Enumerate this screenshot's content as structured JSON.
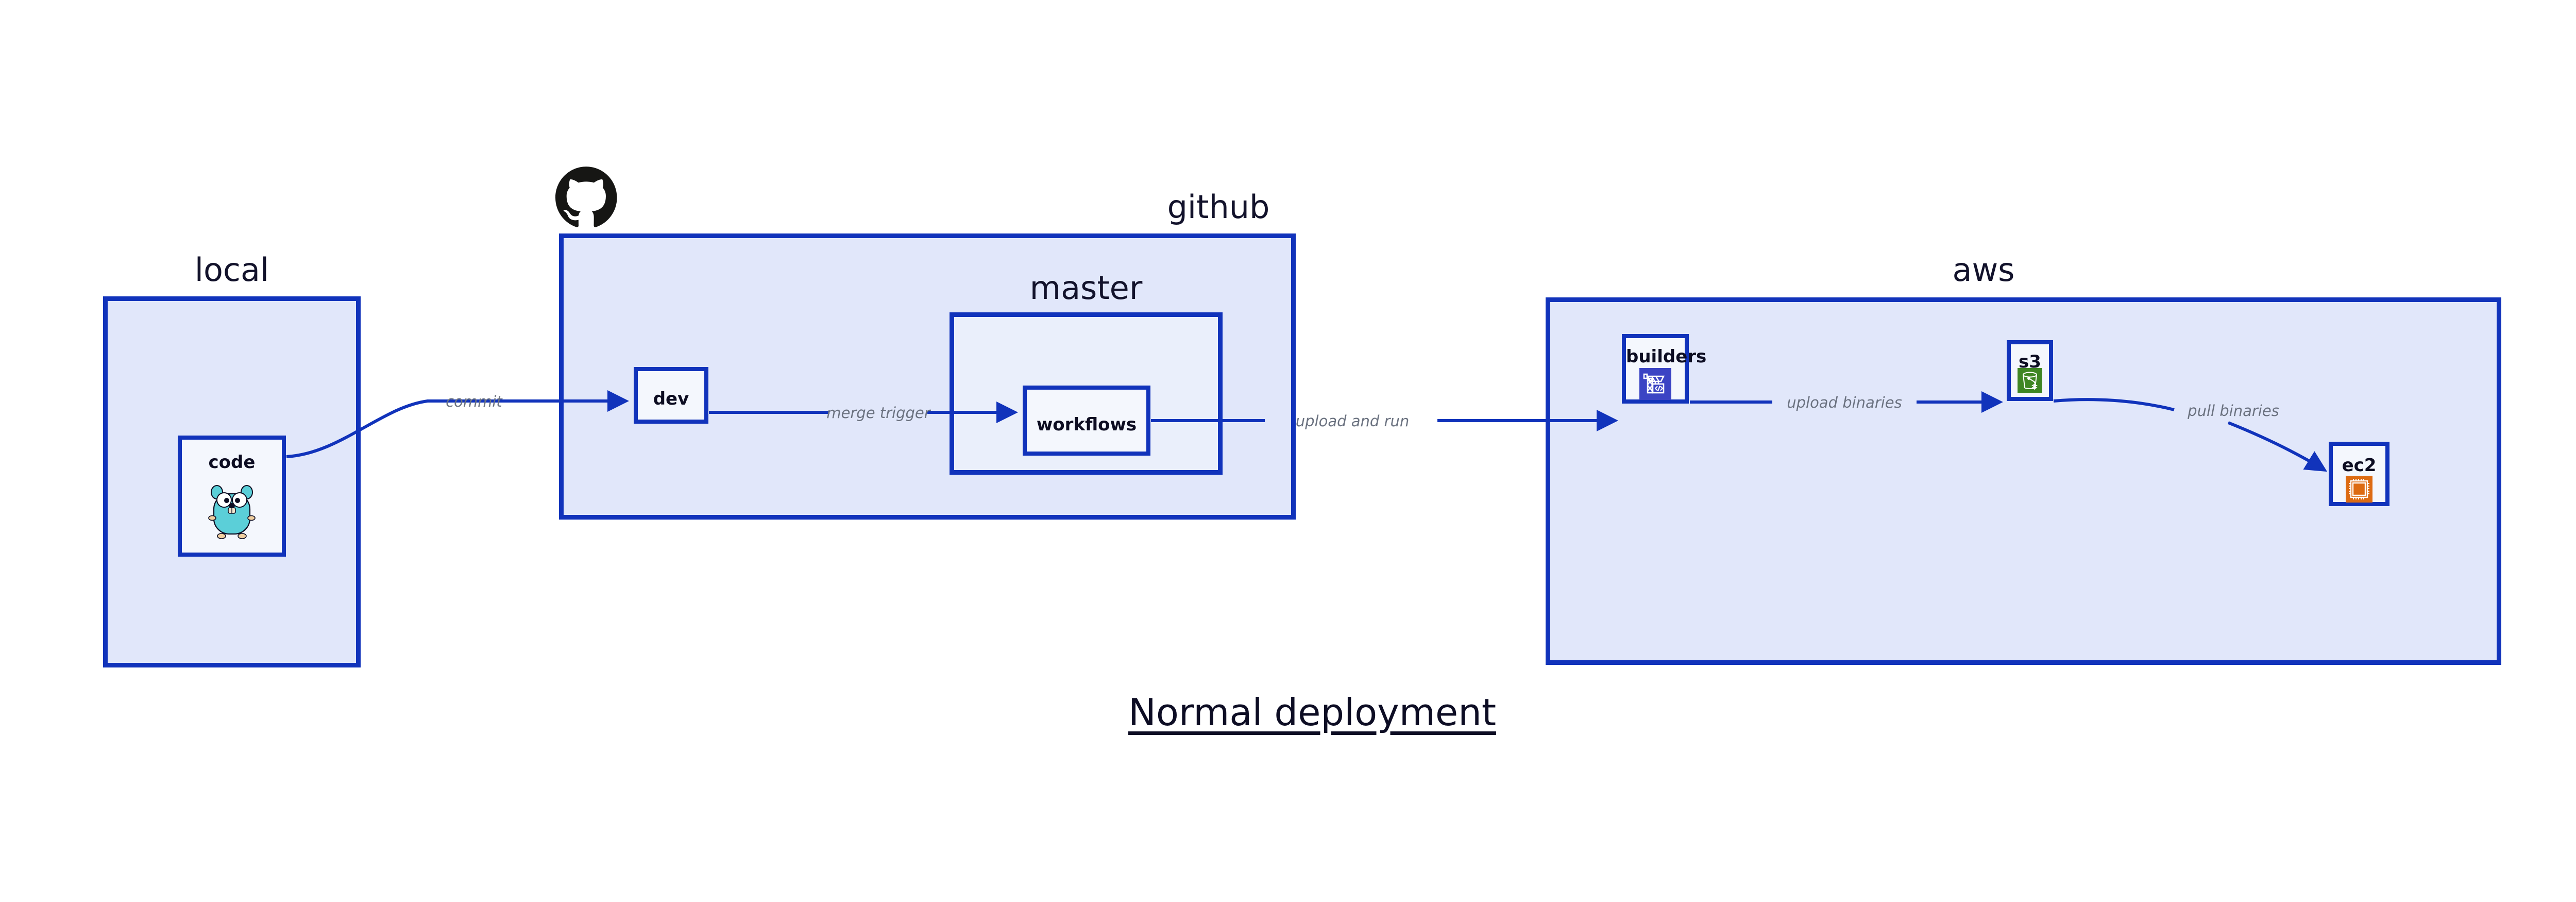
{
  "diagram": {
    "title": "Normal deployment",
    "accent_color": "#1133bb",
    "group_fill": "#e1e7fa",
    "node_fill": "#eaeffb",
    "label_color": "#6b7280"
  },
  "groups": [
    {
      "key": "local",
      "label": "local"
    },
    {
      "key": "github",
      "label": "github"
    },
    {
      "key": "master",
      "label": "master"
    },
    {
      "key": "aws",
      "label": "aws"
    }
  ],
  "nodes": [
    {
      "key": "code",
      "label": "code",
      "icon": "go-gopher-icon"
    },
    {
      "key": "dev",
      "label": "dev",
      "icon": "none"
    },
    {
      "key": "workflows",
      "label": "workflows",
      "icon": "none"
    },
    {
      "key": "builders",
      "label": "builders",
      "icon": "aws-codebuild-icon",
      "icon_color": "#3b44c4"
    },
    {
      "key": "s3",
      "label": "s3",
      "icon": "aws-s3-bucket-icon",
      "icon_color": "#3f8624"
    },
    {
      "key": "ec2",
      "label": "ec2",
      "icon": "aws-ec2-chip-icon",
      "icon_color": "#dd6b12"
    }
  ],
  "edges": [
    {
      "key": "commit",
      "label": "commit",
      "from": "code",
      "to": "dev"
    },
    {
      "key": "merge_trigger",
      "label": "merge trigger",
      "from": "dev",
      "to": "workflows"
    },
    {
      "key": "upload_and_run",
      "label": "upload and run",
      "from": "workflows",
      "to": "builders"
    },
    {
      "key": "upload_binaries",
      "label": "upload binaries",
      "from": "builders",
      "to": "s3"
    },
    {
      "key": "pull_binaries",
      "label": "pull binaries",
      "from": "s3",
      "to": "ec2"
    }
  ],
  "icons": {
    "github_logo": "github-mark-icon"
  }
}
